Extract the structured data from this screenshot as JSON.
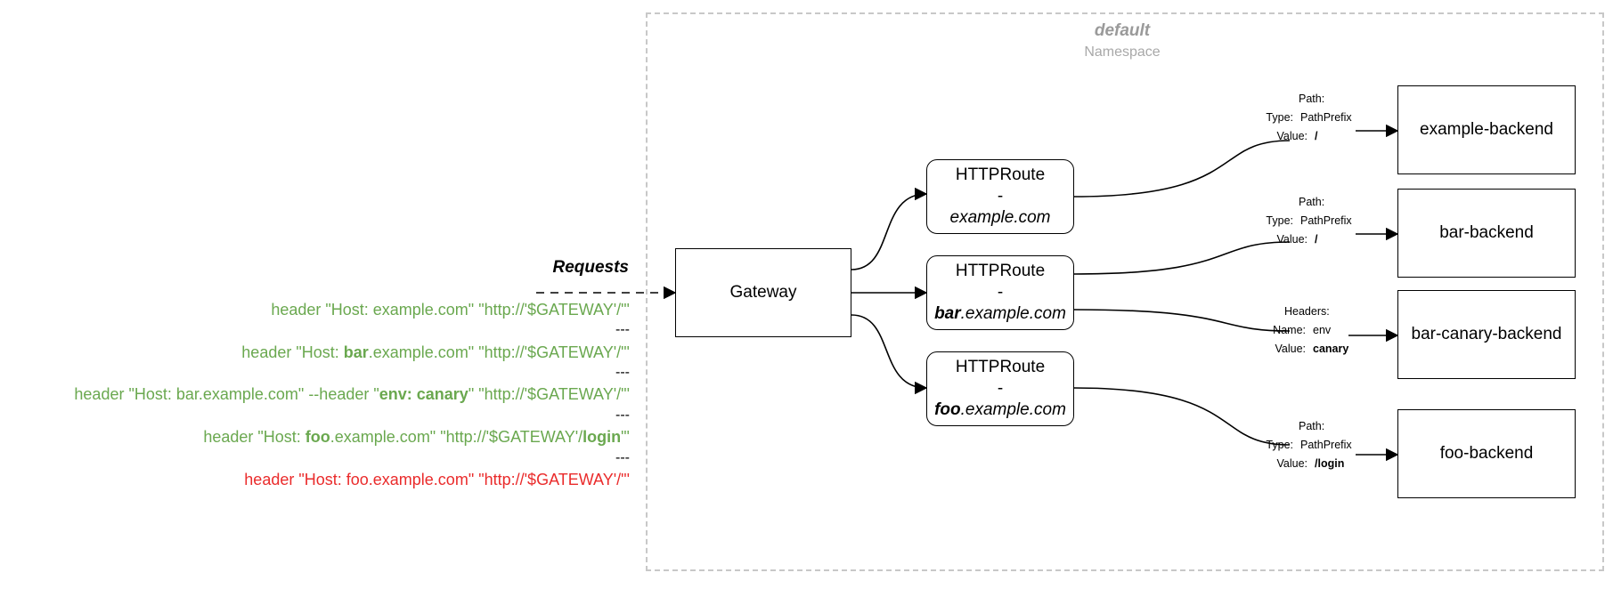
{
  "namespace": {
    "name": "default",
    "label": "Namespace"
  },
  "gateway": {
    "label": "Gateway"
  },
  "requests": {
    "title": "Requests",
    "separator": "---",
    "items": [
      {
        "parts": [
          "header \"Host: example.com\" \"http://'$GATEWAY'/\"'"
        ],
        "color": "#6aa84f"
      },
      {
        "parts": [
          "header \"Host: ",
          "bar",
          ".example.com\" \"http://'$GATEWAY'/\"'"
        ],
        "color": "#6aa84f"
      },
      {
        "parts": [
          "header \"Host: bar.example.com\" --header \"",
          "env: canary",
          "\" \"http://'$GATEWAY'/\"'"
        ],
        "color": "#6aa84f"
      },
      {
        "parts": [
          "header \"Host: ",
          "foo",
          ".example.com\" \"http://'$GATEWAY'/",
          "login",
          "\"'"
        ],
        "color": "#6aa84f"
      },
      {
        "parts": [
          "header \"Host: foo.example.com\" \"http://'$GATEWAY'/\"'"
        ],
        "color": "#ea2b2b"
      }
    ]
  },
  "routes": [
    {
      "kind": "HTTPRoute",
      "dash": "-",
      "host_bold": "",
      "host_rest": "example.com"
    },
    {
      "kind": "HTTPRoute",
      "dash": "-",
      "host_bold": "bar",
      "host_rest": ".example.com"
    },
    {
      "kind": "HTTPRoute",
      "dash": "-",
      "host_bold": "foo",
      "host_rest": ".example.com"
    }
  ],
  "backends": [
    {
      "label": "example-backend"
    },
    {
      "label": "bar-backend"
    },
    {
      "label": "bar-canary-backend"
    },
    {
      "label": "foo-backend"
    }
  ],
  "matches": [
    {
      "title": "Path:",
      "k1": "Type:",
      "v1": "PathPrefix",
      "k2": "Value:",
      "v2": "/"
    },
    {
      "title": "Path:",
      "k1": "Type:",
      "v1": "PathPrefix",
      "k2": "Value:",
      "v2": "/"
    },
    {
      "title": "Headers:",
      "k1": "Name:",
      "v1": "env",
      "k2": "Value:",
      "v2": "canary"
    },
    {
      "title": "Path:",
      "k1": "Type:",
      "v1": "PathPrefix",
      "k2": "Value:",
      "v2": "/login"
    }
  ]
}
